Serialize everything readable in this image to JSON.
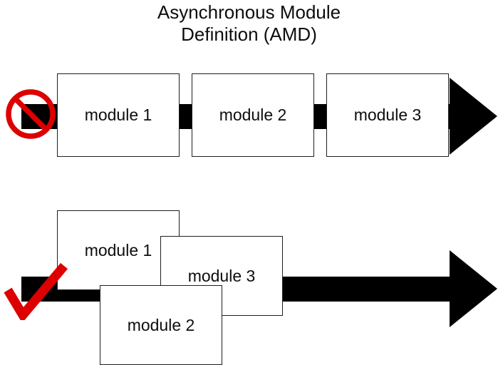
{
  "title": {
    "line1": "Asynchronous Module",
    "line2": "Definition (AMD)"
  },
  "colors": {
    "accent_red": "#dd0000",
    "black": "#000000"
  },
  "icons": {
    "sync_status": "prohibition-icon",
    "async_status": "checkmark-icon",
    "flow": "arrow-right-icon"
  },
  "sync_row": {
    "modules": [
      "module 1",
      "module 2",
      "module 3"
    ]
  },
  "async_row": {
    "modules": [
      "module 1",
      "module 3",
      "module 2"
    ]
  }
}
